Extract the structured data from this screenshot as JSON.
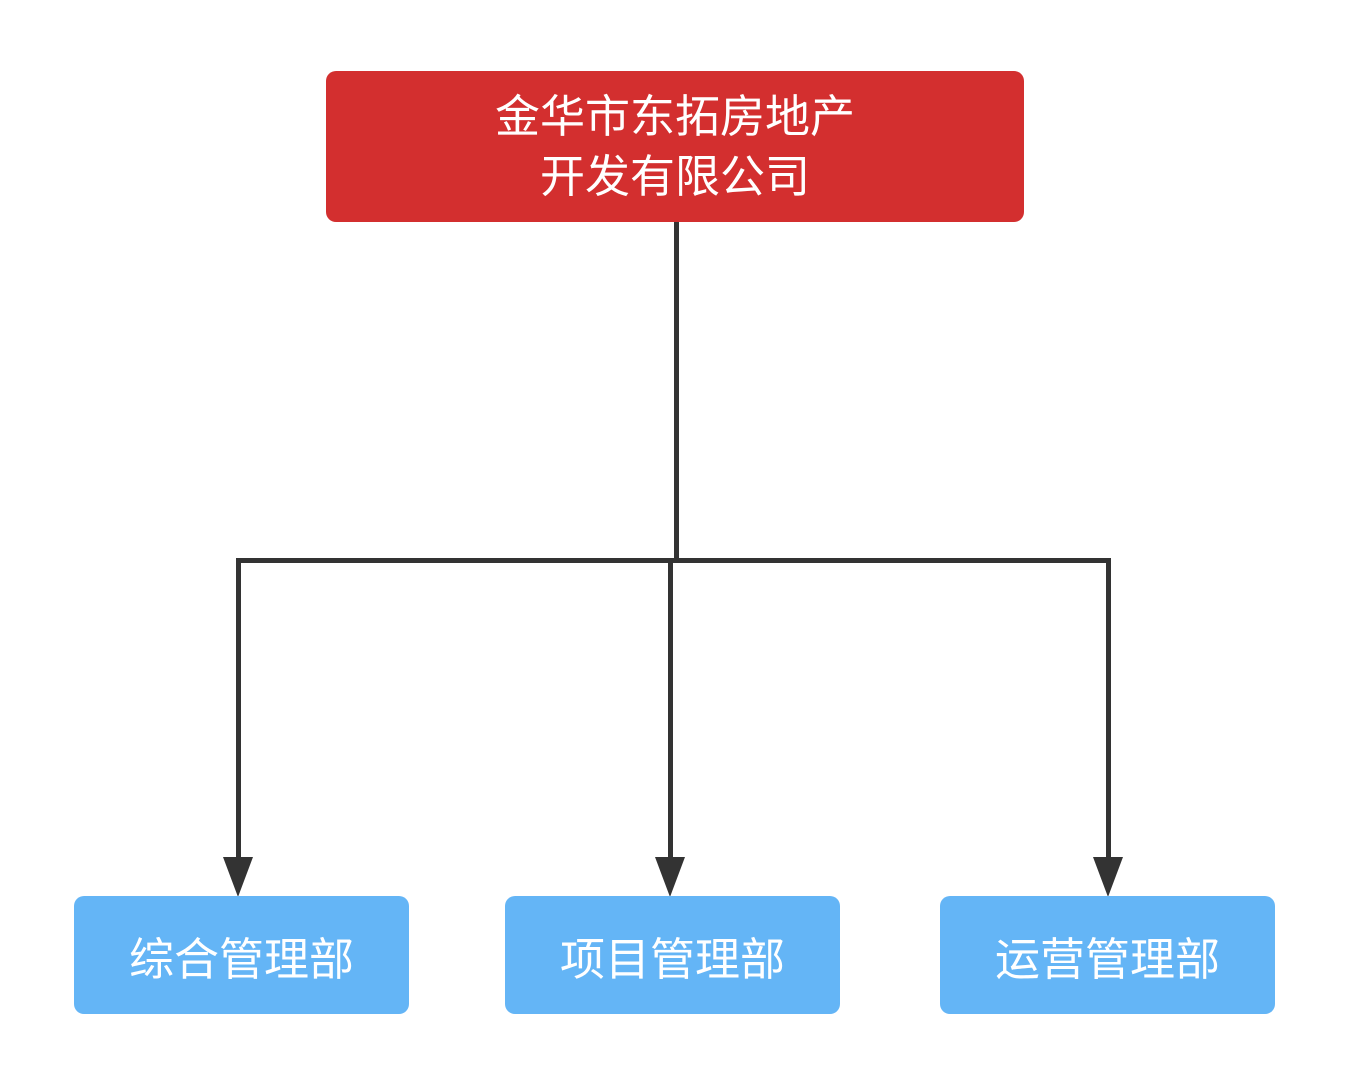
{
  "diagram": {
    "type": "org-chart",
    "root": {
      "label_lines": [
        "金华市东拓房地产",
        "开发有限公司"
      ]
    },
    "departments": [
      {
        "label": "综合管理部"
      },
      {
        "label": "项目管理部"
      },
      {
        "label": "运营管理部"
      }
    ],
    "colors": {
      "root_bg": "#d32f2f",
      "dept_bg": "#64b5f6",
      "connector": "#333333",
      "text": "#ffffff",
      "canvas_bg": "#ffffff"
    }
  }
}
